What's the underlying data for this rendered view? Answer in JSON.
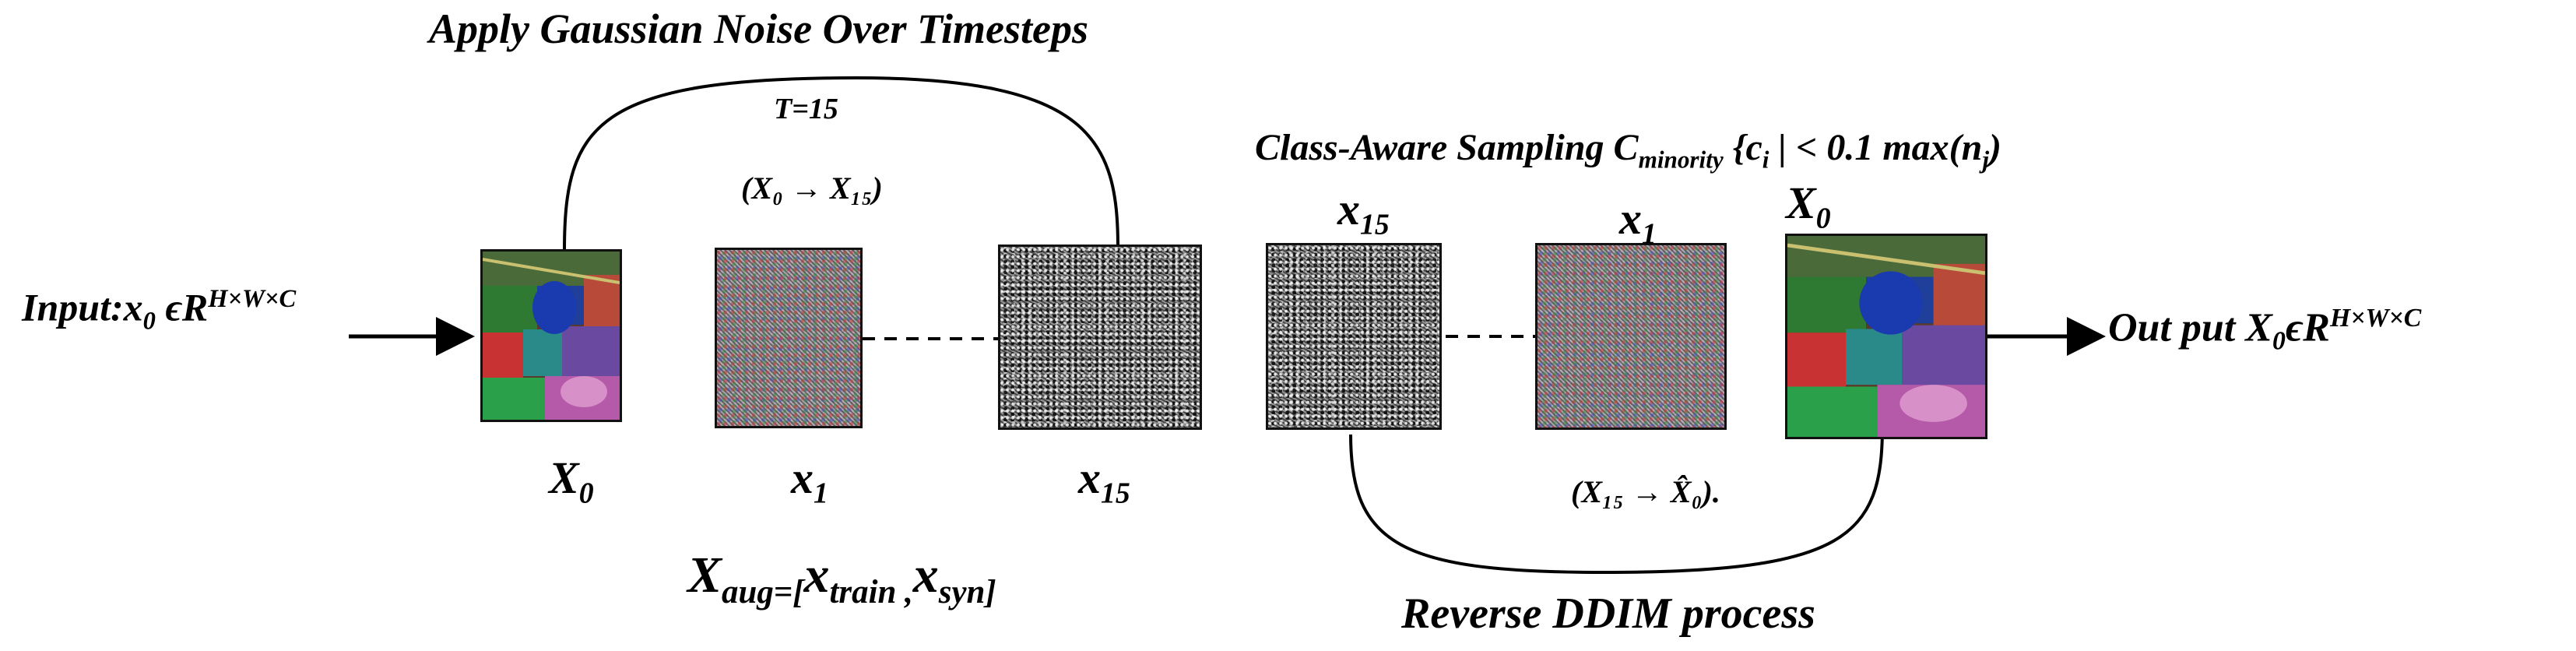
{
  "title_forward": "Apply Gaussian Noise Over Timesteps",
  "timestep_label": "T=15",
  "forward_equation": "(X₀ → X₁₅)",
  "sampling": {
    "prefix": "Class-Aware Sampling ",
    "C": "C",
    "sub": "minority",
    "set": " {c",
    "set_sub": "i",
    "rest": " | < 0.1 max(n",
    "rest_sub": "j",
    "close": ")"
  },
  "input": {
    "label": "Input:x",
    "sub": "0",
    "mid": "  ϵR",
    "sup": "H×W×C"
  },
  "output": {
    "label": "Out put  X",
    "sub": "0",
    "mid": "ϵR",
    "sup": "H×W×C"
  },
  "forward_labels": [
    {
      "base": "X",
      "sub": "0"
    },
    {
      "base": "x",
      "sub": "1"
    },
    {
      "base": "x",
      "sub": "15"
    }
  ],
  "reverse_top_labels": [
    {
      "base": "x",
      "sub": "15"
    },
    {
      "base": "x",
      "sub": "1"
    },
    {
      "base": "X",
      "sub": "0"
    }
  ],
  "reverse_equation": "(X₁₅ → X̂₀).",
  "augmented": {
    "base": "X",
    "sub": "aug",
    "eq": "=[",
    "x1": "x",
    "x1sub": "train",
    "comma": " ,",
    "x2": "x",
    "x2sub": "syn",
    "close": "]"
  },
  "title_reverse": "Reverse DDIM process",
  "colors": {
    "ink": "#000000",
    "noise_gray": "#8f8f8f"
  }
}
